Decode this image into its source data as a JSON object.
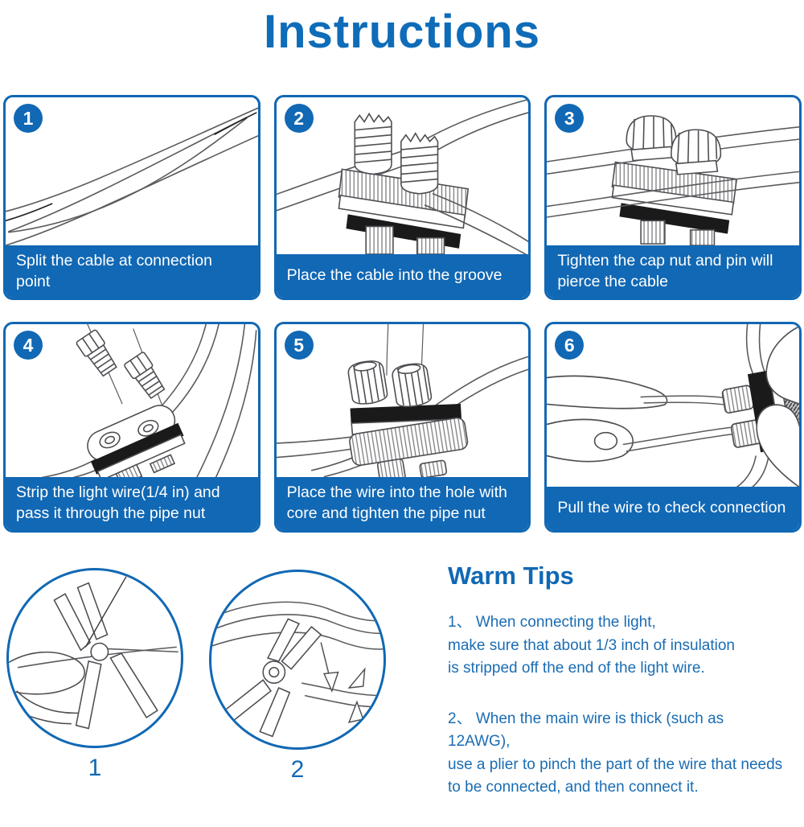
{
  "page": {
    "title": "Instructions"
  },
  "colors": {
    "accent_blue": "#1168b4",
    "title_blue": "#0e6cb8",
    "tip_text_blue": "#1a6cb3",
    "caption_text": "#ffffff",
    "line_art_stroke": "#4d4e52",
    "band_black": "#1a1a1a"
  },
  "steps": [
    {
      "number": "1",
      "caption": "Split the cable at connection point",
      "art": "split-cable-line-art"
    },
    {
      "number": "2",
      "caption": "Place the cable into the groove",
      "art": "cable-in-groove-line-art"
    },
    {
      "number": "3",
      "caption": "Tighten the cap nut and pin will pierce the cable",
      "art": "tighten-cap-nut-line-art"
    },
    {
      "number": "4",
      "caption": "Strip the light wire(1/4 in) and pass it through the pipe nut",
      "art": "strip-wire-through-pipe-nut-line-art"
    },
    {
      "number": "5",
      "caption": "Place the wire into the hole with core and tighten the pipe nut",
      "art": "wire-into-hole-line-art"
    },
    {
      "number": "6",
      "caption": "Pull the wire to check connection",
      "art": "pull-wire-check-line-art"
    }
  ],
  "warm_tips": {
    "heading": "Warm Tips",
    "tips": [
      {
        "text": "1、 When connecting the light,\nmake sure that about 1/3 inch of insulation\nis stripped off the end of the light wire."
      },
      {
        "text": "2、 When the main wire is thick (such as 12AWG),\nuse a plier to pinch the part of the wire that needs\nto be connected, and then connect it."
      }
    ]
  },
  "figures": [
    {
      "label": "1",
      "art": "pliers-pinch-wire-line-art"
    },
    {
      "label": "2",
      "art": "pliers-flatten-wire-line-art"
    }
  ]
}
